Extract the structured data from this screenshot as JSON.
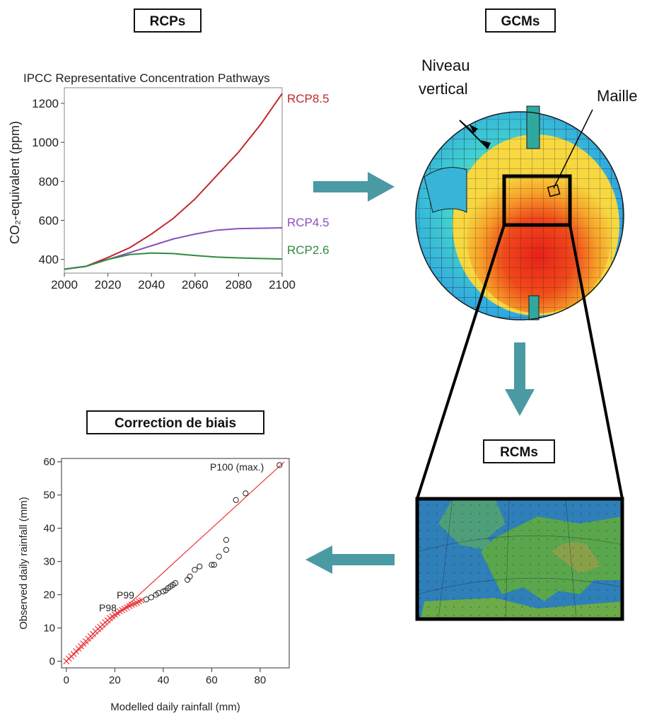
{
  "labels": {
    "rcps": "RCPs",
    "gcms": "GCMs",
    "rcms": "RCMs",
    "correction": "Correction de biais",
    "niveau_line1": "Niveau",
    "niveau_line2": "vertical",
    "maille": "Maille"
  },
  "colors": {
    "arrow": "#4a9aa4",
    "rcp85": "#c0282a",
    "rcp45": "#8b4fbf",
    "rcp26": "#2e8b3e",
    "qq_line": "#e8383a"
  },
  "chart_data": [
    {
      "type": "line",
      "title": "IPCC Representative Concentration Pathways",
      "xlabel": "",
      "ylabel": "CO₂-equivalent (ppm)",
      "xlim": [
        2000,
        2100
      ],
      "ylim": [
        330,
        1280
      ],
      "xticks": [
        2000,
        2020,
        2040,
        2060,
        2080,
        2100
      ],
      "yticks": [
        400,
        600,
        800,
        1000,
        1200
      ],
      "grid": false,
      "series": [
        {
          "name": "RCP8.5",
          "x": [
            2000,
            2010,
            2020,
            2030,
            2040,
            2050,
            2060,
            2070,
            2080,
            2090,
            2100
          ],
          "values": [
            350,
            365,
            410,
            460,
            530,
            610,
            710,
            830,
            950,
            1090,
            1250
          ]
        },
        {
          "name": "RCP4.5",
          "x": [
            2000,
            2010,
            2020,
            2030,
            2040,
            2050,
            2060,
            2070,
            2080,
            2090,
            2100
          ],
          "values": [
            350,
            365,
            400,
            435,
            470,
            505,
            530,
            550,
            558,
            560,
            562
          ]
        },
        {
          "name": "RCP2.6",
          "x": [
            2000,
            2010,
            2020,
            2030,
            2040,
            2050,
            2060,
            2070,
            2080,
            2090,
            2100
          ],
          "values": [
            350,
            365,
            400,
            425,
            433,
            430,
            420,
            412,
            408,
            405,
            402
          ]
        }
      ]
    },
    {
      "type": "scatter",
      "title": "",
      "xlabel": "Modelled daily rainfall (mm)",
      "ylabel": "Observed daily rainfall (mm)",
      "xlim": [
        -2,
        92
      ],
      "ylim": [
        -2,
        61
      ],
      "xticks": [
        0,
        20,
        40,
        60,
        80
      ],
      "yticks": [
        0,
        10,
        20,
        30,
        40,
        50,
        60
      ],
      "grid": false,
      "annotations": [
        {
          "text": "P100 (max.)",
          "x": 88,
          "y": 59
        },
        {
          "text": "P99",
          "x": 25,
          "y": 17
        },
        {
          "text": "P98",
          "x": 17,
          "y": 13
        }
      ],
      "reference_line": {
        "x": [
          0,
          90
        ],
        "y": [
          0,
          60
        ]
      },
      "series": [
        {
          "name": "",
          "marker": "circle",
          "points": [
            [
              33,
              18.6
            ],
            [
              35,
              19.2
            ],
            [
              37,
              20
            ],
            [
              38,
              20.5
            ],
            [
              40,
              21
            ],
            [
              41,
              21.3
            ],
            [
              42,
              22
            ],
            [
              43,
              22.5
            ],
            [
              44,
              23
            ],
            [
              45,
              23.5
            ],
            [
              50,
              24.5
            ],
            [
              51,
              25.5
            ],
            [
              53,
              27.5
            ],
            [
              55,
              28.5
            ],
            [
              60,
              29
            ],
            [
              61,
              29
            ],
            [
              63,
              31.5
            ],
            [
              66,
              33.5
            ],
            [
              66,
              36.5
            ],
            [
              70,
              48.5
            ],
            [
              74,
              50.5
            ],
            [
              88,
              59
            ]
          ]
        },
        {
          "name": "",
          "marker": "cross",
          "points": [
            [
              0,
              0
            ],
            [
              1,
              0.8
            ],
            [
              2,
              1.5
            ],
            [
              3,
              2.2
            ],
            [
              4,
              3
            ],
            [
              5,
              3.8
            ],
            [
              6,
              4.5
            ],
            [
              7,
              5.3
            ],
            [
              8,
              6
            ],
            [
              9,
              6.8
            ],
            [
              10,
              7.5
            ],
            [
              11,
              8.2
            ],
            [
              12,
              9
            ],
            [
              13,
              9.7
            ],
            [
              14,
              10.3
            ],
            [
              15,
              11
            ],
            [
              16,
              11.7
            ],
            [
              17,
              12.3
            ],
            [
              18,
              13
            ],
            [
              19,
              13.5
            ],
            [
              20,
              14
            ],
            [
              21,
              14.5
            ],
            [
              22,
              15
            ],
            [
              23,
              15.4
            ],
            [
              24,
              15.8
            ],
            [
              25,
              16.2
            ],
            [
              26,
              16.6
            ],
            [
              27,
              17
            ],
            [
              28,
              17.3
            ],
            [
              29,
              17.6
            ],
            [
              30,
              18
            ],
            [
              31,
              18.3
            ]
          ]
        }
      ]
    }
  ],
  "chart_labels": {
    "rcp85": "RCP8.5",
    "rcp45": "RCP4.5",
    "rcp26": "RCP2.6",
    "p100": "P100 (max.)",
    "p99": "P99",
    "p98": "P98"
  }
}
